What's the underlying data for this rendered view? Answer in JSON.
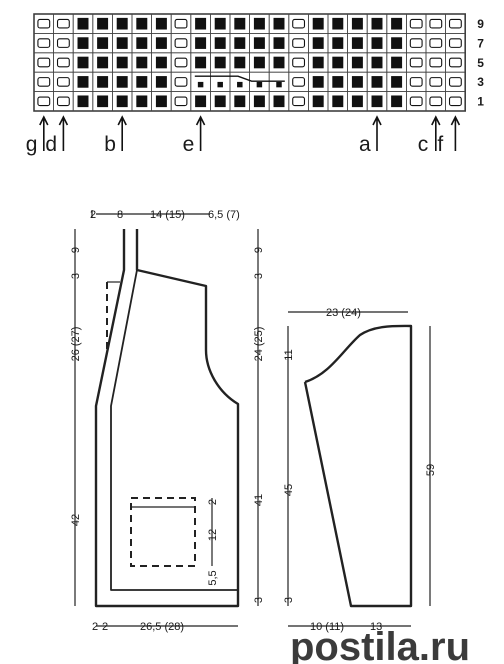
{
  "chart": {
    "row_labels": [
      "9",
      "7",
      "5",
      "3",
      "1"
    ],
    "arrows": [
      {
        "label": "g",
        "col": 0
      },
      {
        "label": "d",
        "col": 1
      },
      {
        "label": "b",
        "col": 4
      },
      {
        "label": "e",
        "col": 8
      },
      {
        "label": "a",
        "col": 17
      },
      {
        "label": "c",
        "col": 20
      },
      {
        "label": "f",
        "col": 21
      }
    ],
    "cell_pattern": [
      "w",
      "w",
      "b",
      "b",
      "b",
      "b",
      "b",
      "w",
      "b",
      "b",
      "b",
      "b",
      "b",
      "w",
      "b",
      "b",
      "b",
      "b",
      "b",
      "w",
      "w",
      "w"
    ]
  },
  "front_piece": {
    "top_dims": [
      "2",
      "8",
      "14 (15)",
      "6,5 (7)"
    ],
    "left_dims": [
      "9",
      "3",
      "26 (27)",
      "42"
    ],
    "right_dims": [
      "9",
      "3",
      "24 (25)",
      "41",
      "3"
    ],
    "pocket_dims": [
      "2",
      "12",
      "5,5"
    ],
    "bottom_dims": [
      "2",
      "2",
      "26,5 (28)"
    ]
  },
  "sleeve": {
    "top_dim": "23 (24)",
    "left_dims": [
      "11",
      "45",
      "3"
    ],
    "right_dim": "59",
    "bottom_dims": [
      "10 (11)",
      "13"
    ]
  },
  "footer": {
    "watermark": "postila.ru"
  }
}
